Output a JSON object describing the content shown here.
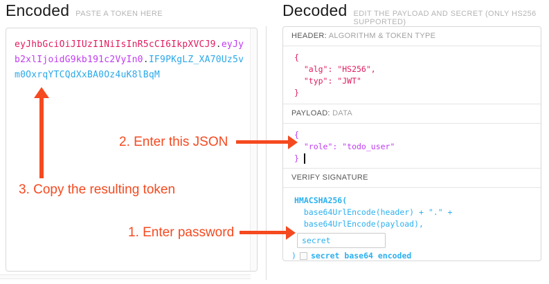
{
  "colors": {
    "encoded_header_segment": "#e11a5f",
    "encoded_payload_segment": "#c03af0",
    "encoded_signature_segment": "#2aa8e8",
    "annotation": "#f5491f"
  },
  "encoded": {
    "title": "Encoded",
    "subtitle": "PASTE A TOKEN HERE",
    "token_header": "eyJhbGciOiJIUzI1NiIsInR5cCI6IkpXVCJ9",
    "token_dot1": ".",
    "token_payload": "eyJyb2xlIjoidG9kb191c2VyIn0",
    "token_dot2": ".",
    "token_signature": "IF9PKgLZ_XA70Uz5vm0OxrqYTCQdXxBA0Oz4uK8lBqM"
  },
  "decoded": {
    "title": "Decoded",
    "subtitle": "EDIT THE PAYLOAD AND SECRET (ONLY HS256 SUPPORTED)",
    "header_section": {
      "label": "HEADER:",
      "sublabel": "ALGORITHM & TOKEN TYPE",
      "code": "{\n  \"alg\": \"HS256\",\n  \"typ\": \"JWT\"\n}"
    },
    "payload_section": {
      "label": "PAYLOAD:",
      "sublabel": "DATA",
      "code": "{\n  \"role\": \"todo_user\"\n}"
    },
    "signature_section": {
      "label": "VERIFY SIGNATURE",
      "fn_line": "HMACSHA256(",
      "arg_line1": "  base64UrlEncode(header) + \".\" +",
      "arg_line2": "  base64UrlEncode(payload),",
      "secret_value": "secret",
      "closing_paren": ")",
      "checkbox_label": "secret base64 encoded"
    }
  },
  "annotations": {
    "step1_label": "1. Enter password",
    "step2_label": "2. Enter this JSON",
    "step3_label": "3. Copy the resulting token"
  }
}
